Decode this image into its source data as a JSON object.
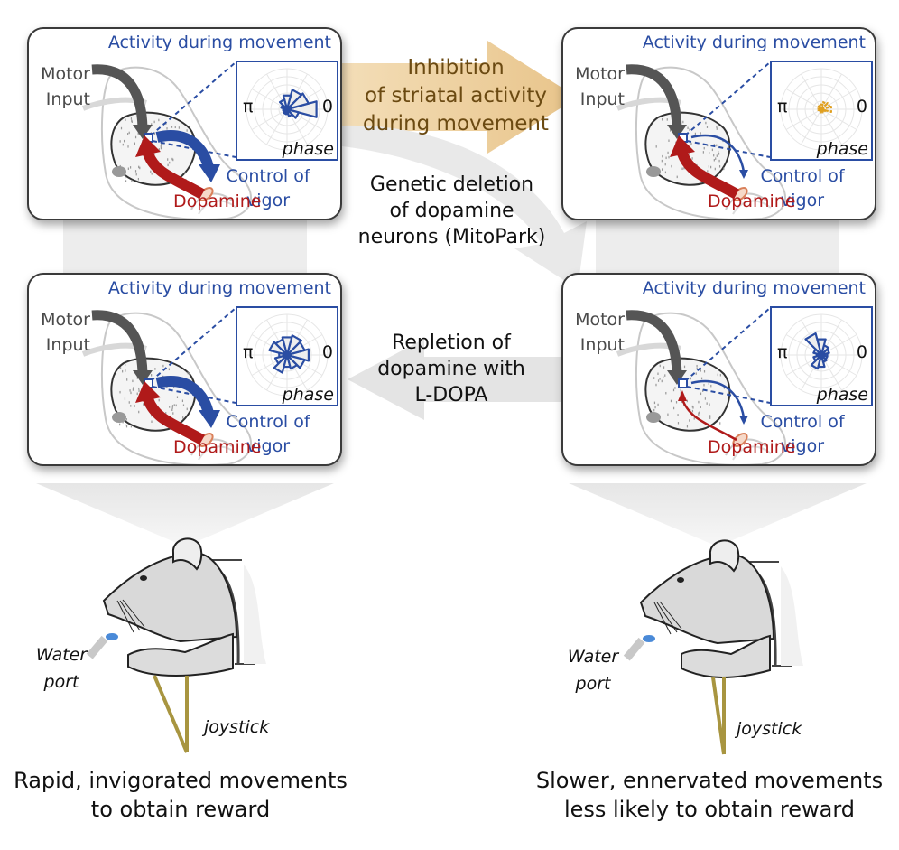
{
  "figure": {
    "panel_labels": {
      "title": "Activity during movement",
      "motor_line1": "Motor",
      "motor_line2": "Input",
      "control_line1": "Control of",
      "control_line2": "vigor",
      "dopamine": "Dopamine",
      "pi": "π",
      "zero": "0",
      "phase": "phase"
    },
    "panels": [
      {
        "id": "top-left",
        "state": "control",
        "dopamine_strength": "strong",
        "vigor_strength": "strong",
        "polar_color": "#2a4da3"
      },
      {
        "id": "top-right",
        "state": "inhibited",
        "dopamine_strength": "strong",
        "vigor_strength": "weak",
        "polar_color": "#e0a020"
      },
      {
        "id": "bottom-left",
        "state": "l-dopa",
        "dopamine_strength": "strong",
        "vigor_strength": "strong",
        "polar_color": "#2a4da3"
      },
      {
        "id": "bottom-right",
        "state": "mitopark",
        "dopamine_strength": "weak",
        "vigor_strength": "weak",
        "polar_color": "#2a4da3"
      }
    ],
    "transitions": {
      "inhibition": [
        "Inhibition",
        "of striatal activity",
        "during movement"
      ],
      "deletion": [
        "Genetic deletion",
        "of dopamine",
        "neurons (MitoPark)"
      ],
      "repletion": [
        "Repletion of",
        "dopamine with",
        "L-DOPA"
      ]
    },
    "mice": {
      "water_port_line1": "Water",
      "water_port_line2": "port",
      "joystick": "joystick"
    },
    "captions": {
      "left": [
        "Rapid, invigorated movements",
        "to obtain reward"
      ],
      "right": [
        "Slower, ennervated movements",
        "less likely to obtain reward"
      ]
    },
    "colors": {
      "blue": "#2a4da3",
      "red": "#b01a1a",
      "gold_arrow": "#e8c894",
      "gold_text": "#6b4a12",
      "orange_polar": "#e0a020",
      "joystick": "#a89540",
      "gray_arrow": "#e4e4e4"
    }
  },
  "chart_data": [
    {
      "type": "polar-histogram",
      "panel": "top-left",
      "title": "Activity during movement",
      "xlabel": "phase",
      "angle_labels": [
        "π",
        "0"
      ],
      "bins_deg": [
        0,
        30,
        60,
        90,
        120,
        150,
        180,
        210,
        240,
        270,
        300,
        330
      ],
      "values": [
        0.75,
        0.55,
        0.5,
        0.35,
        0.25,
        0.15,
        0.1,
        0.1,
        0.12,
        0.12,
        0.18,
        0.3
      ]
    },
    {
      "type": "polar-histogram",
      "panel": "top-right",
      "title": "Activity during movement",
      "xlabel": "phase",
      "angle_labels": [
        "π",
        "0"
      ],
      "bins_deg": [
        0,
        30,
        60,
        90,
        120,
        150,
        180,
        210,
        240,
        270,
        300,
        330
      ],
      "values": [
        0.25,
        0.22,
        0.18,
        0.12,
        0.1,
        0.08,
        0.08,
        0.07,
        0.08,
        0.08,
        0.08,
        0.1
      ]
    },
    {
      "type": "polar-histogram",
      "panel": "bottom-left",
      "title": "Activity during movement",
      "xlabel": "phase",
      "angle_labels": [
        "π",
        "0"
      ],
      "bins_deg": [
        0,
        30,
        60,
        90,
        120,
        150,
        180,
        210,
        240,
        270,
        300,
        330
      ],
      "values": [
        0.55,
        0.45,
        0.5,
        0.45,
        0.4,
        0.45,
        0.2,
        0.3,
        0.45,
        0.3,
        0.35,
        0.45
      ]
    },
    {
      "type": "polar-histogram",
      "panel": "bottom-right",
      "title": "Activity during movement",
      "xlabel": "phase",
      "angle_labels": [
        "π",
        "0"
      ],
      "bins_deg": [
        0,
        30,
        60,
        90,
        120,
        150,
        180,
        210,
        240,
        270,
        300,
        330
      ],
      "values": [
        0.15,
        0.2,
        0.25,
        0.4,
        0.55,
        0.2,
        0.12,
        0.2,
        0.35,
        0.3,
        0.18,
        0.15
      ]
    }
  ]
}
